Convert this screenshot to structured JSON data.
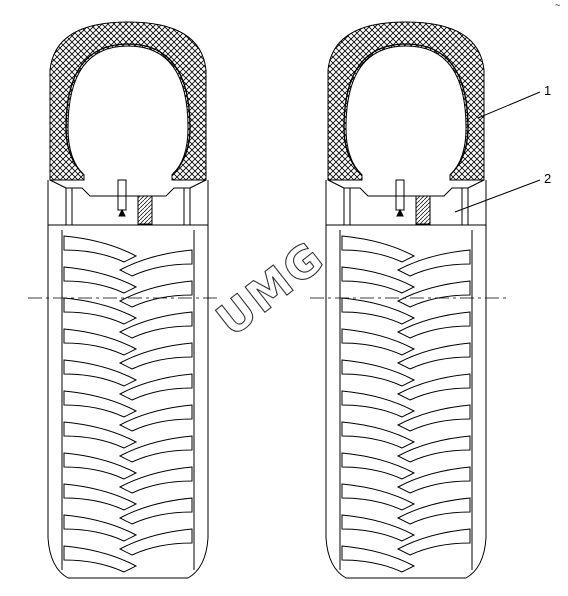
{
  "figure": {
    "labels": [
      "1",
      "2"
    ],
    "watermark": "UMG",
    "corner_mark": "~"
  }
}
